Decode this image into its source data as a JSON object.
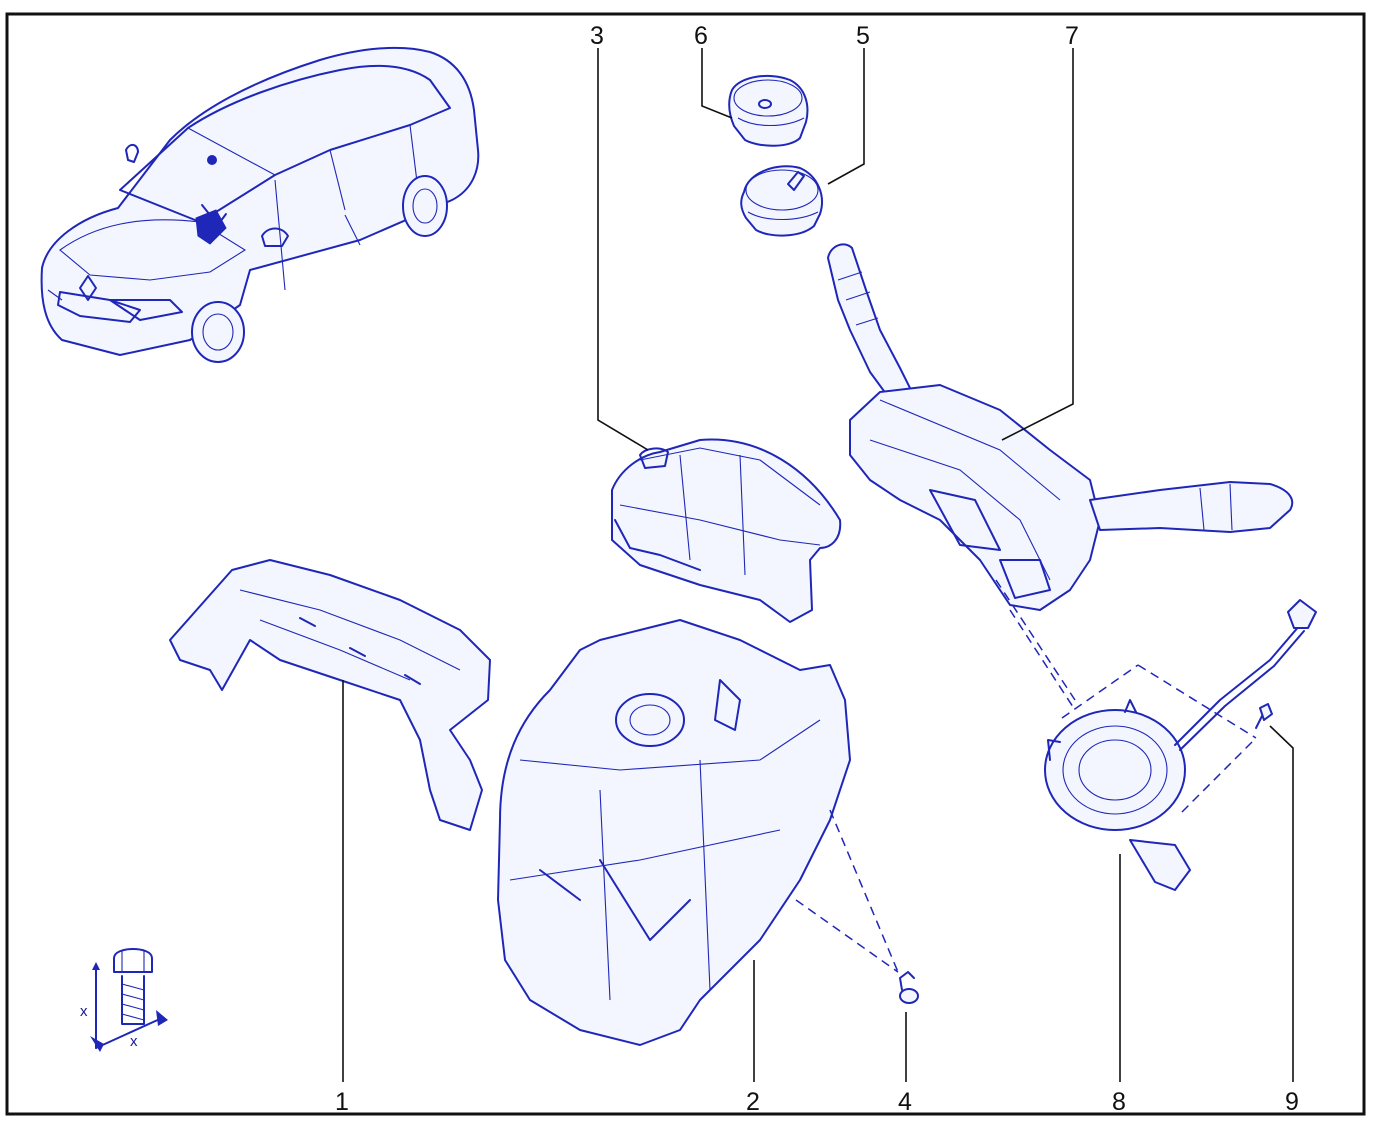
{
  "colors": {
    "frame": "#111111",
    "line_art": "#1f27b8",
    "background": "#ffffff"
  },
  "callouts": [
    {
      "id": "1",
      "label": "1"
    },
    {
      "id": "2",
      "label": "2"
    },
    {
      "id": "3",
      "label": "3"
    },
    {
      "id": "4",
      "label": "4"
    },
    {
      "id": "5",
      "label": "5"
    },
    {
      "id": "6",
      "label": "6"
    },
    {
      "id": "7",
      "label": "7"
    },
    {
      "id": "8",
      "label": "8"
    },
    {
      "id": "9",
      "label": "9"
    }
  ],
  "torque_symbol": {
    "axis_label_left": "x",
    "axis_label_bottom": "x"
  }
}
